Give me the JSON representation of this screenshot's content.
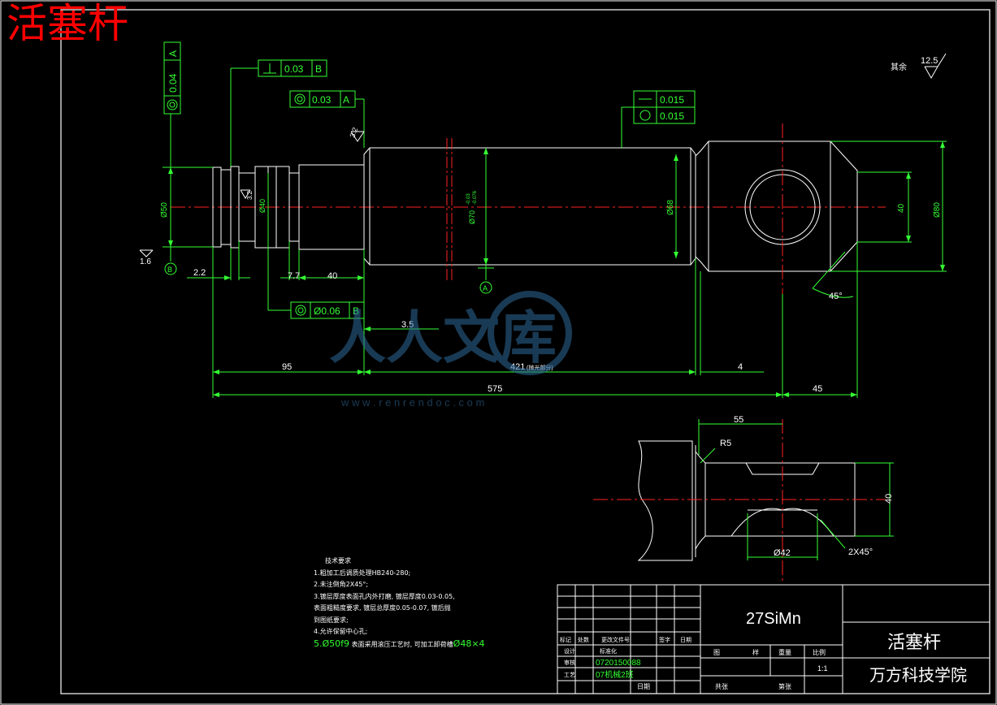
{
  "drawing": {
    "title": "活塞杆",
    "gtol": {
      "perp_b": "0.03",
      "conc_a": "0.03",
      "runout_a_vertical": "0.04",
      "straight": "0.015",
      "round": "0.015",
      "conc_b_bottom": "Ø0.06",
      "datum_a": "A",
      "datum_b": "B"
    },
    "dims": {
      "d50": "Ø50",
      "d40": "Ø40",
      "d70": "Ø70",
      "d70_tol_upper": "-0.03",
      "d70_tol_lower": "-0.076",
      "d68": "Ø68",
      "w40": "40",
      "d80": "Ø80",
      "angle45": "45°",
      "l2_2": "2.2",
      "l7_7": "7.7",
      "l40": "40",
      "l3_5": "3.5",
      "l95": "95",
      "l421": "421",
      "l421_note": "(抛光部分)",
      "l4": "4",
      "l575": "575",
      "l45": "45",
      "l55": "55",
      "r5": "R5",
      "section_40": "40",
      "d42": "Ø42",
      "chamfer": "2X45°"
    },
    "roughness": {
      "general_label": "其余",
      "general": "12.5",
      "r32": "3.2",
      "r1_6": "1.6",
      "r3_2b": "3.2"
    },
    "watermark": {
      "text": "人人文库",
      "url": "w w w . r e n r e n d o c . c o m"
    },
    "tech_req": {
      "title": "技术要求",
      "items": [
        "1.粗加工后调质处理HB240-280;",
        "2.未注倒角2X45°;",
        "3.镀层厚度表面孔内外打磨, 镀层厚度0.03-0.05,",
        "  表面粗糙度要求, 镀层总厚度0.05-0.07, 镀后抛",
        "  到图纸要求;",
        "4.允许保留中心孔;"
      ],
      "item5_prefix": "5.",
      "item5_green": "Ø50f9",
      "item5_text": " 表面采用滚压工艺时, 可加工卸荷槽",
      "item5_green2": "Ø48×4"
    },
    "titleblock": {
      "material": "27SiMn",
      "name": "活塞杆",
      "school": "万方科技学院",
      "row_headers": [
        "标记",
        "处数",
        "更改文件号",
        "签字",
        "日期"
      ],
      "design": "设计",
      "standard": "标准化",
      "check": "审核",
      "process": "工艺",
      "student_id": "0720150088",
      "student_id2": "07机械2班",
      "date": "日期",
      "drawing_label": "图",
      "sample_label": "样",
      "weight_label": "重量",
      "scale_label": "比例",
      "scale": "1:1",
      "sheets_label": "共张",
      "sheet_label": "第张"
    }
  }
}
